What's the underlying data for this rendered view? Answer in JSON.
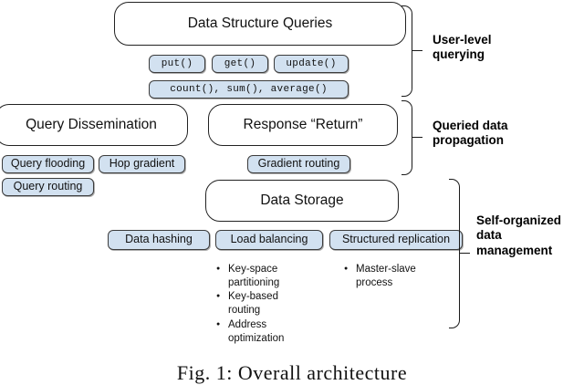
{
  "figure": {
    "caption": "Fig. 1: Overall architecture",
    "accent_blue": "#d2e1f0",
    "outline": "#222222"
  },
  "layers": {
    "top": {
      "title": "Data Structure Queries",
      "api_boxes": [
        {
          "label": "put()"
        },
        {
          "label": "get()"
        },
        {
          "label": "update()"
        }
      ],
      "aggregate_box": {
        "label": "count(), sum(), average()"
      }
    },
    "middle": {
      "query_dissemination": "Query Dissemination",
      "response_return": "Response “Return”",
      "left_tags": [
        {
          "label": "Query flooding"
        },
        {
          "label": "Hop gradient"
        },
        {
          "label": "Query routing"
        }
      ],
      "right_tags": [
        {
          "label": "Gradient routing"
        }
      ]
    },
    "bottom": {
      "data_storage": "Data Storage",
      "tags": [
        {
          "label": "Data hashing"
        },
        {
          "label": "Load balancing"
        },
        {
          "label": "Structured replication"
        }
      ],
      "bullets_left": [
        "Key-space partitioning",
        "Key-based routing",
        "Address optimization"
      ],
      "bullets_right": [
        "Master-slave process"
      ]
    }
  },
  "group_labels": [
    {
      "line1": "User-level",
      "line2": "querying",
      "line3": ""
    },
    {
      "line1": "Queried data",
      "line2": "propagation",
      "line3": ""
    },
    {
      "line1": "Self-organized",
      "line2": "data",
      "line3": "management"
    }
  ]
}
